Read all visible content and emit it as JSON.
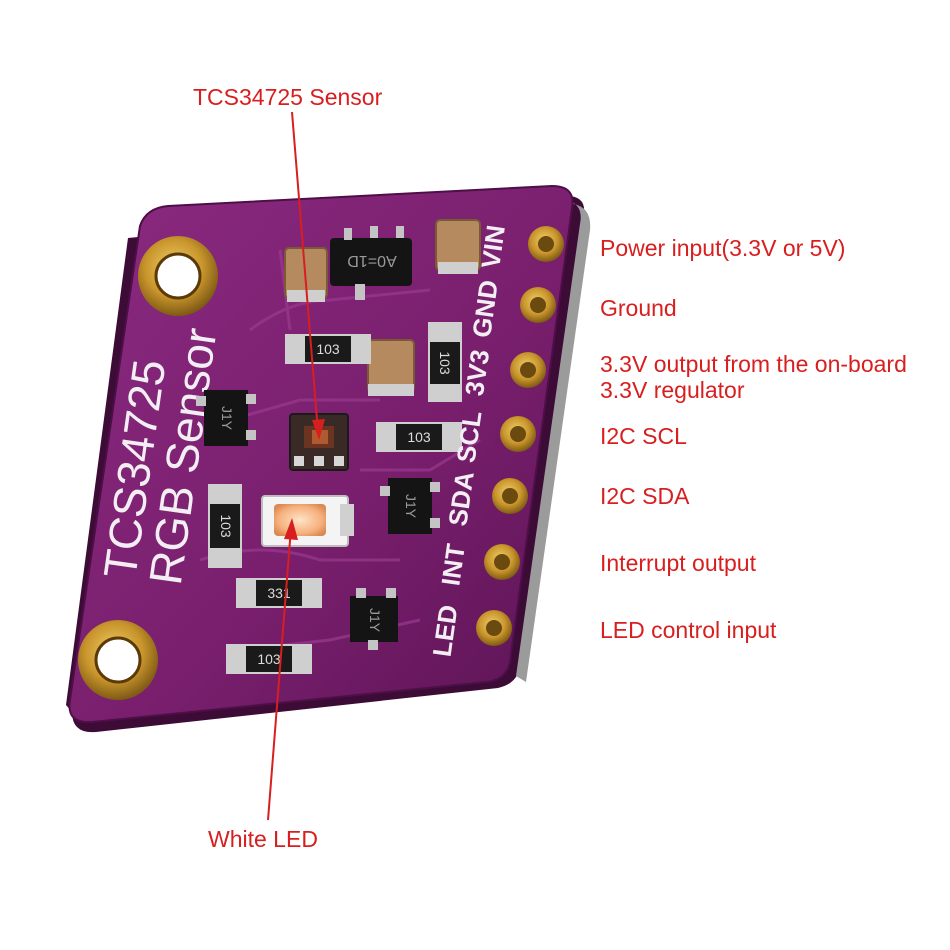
{
  "callouts": {
    "sensor": "TCS34725 Sensor",
    "white_led": "White LED"
  },
  "pins": [
    {
      "board_label": "VIN",
      "description": "Power input(3.3V or 5V)"
    },
    {
      "board_label": "GND",
      "description": "Ground"
    },
    {
      "board_label": "3V3",
      "description": "3.3V output from the on-board",
      "description_line2": "3.3V regulator"
    },
    {
      "board_label": "SCL",
      "description": "I2C SCL"
    },
    {
      "board_label": "SDA",
      "description": "I2C SDA"
    },
    {
      "board_label": "INT",
      "description": "Interrupt output"
    },
    {
      "board_label": "LED",
      "description": "LED control input"
    }
  ],
  "board": {
    "title_line1": "TCS34725",
    "title_line2": "RGB  Sensor",
    "resistor_code_103": "103",
    "resistor_code_331": "331",
    "regulator_marking": "A0=1D",
    "transistor_marking": "J1Y"
  },
  "colors": {
    "label_red": "#d81e1e",
    "pcb_purple": "#7a1f6e",
    "pcb_edge": "#4e0f48",
    "gold_pad": "#c9952c",
    "silkscreen": "#f2eef3"
  }
}
